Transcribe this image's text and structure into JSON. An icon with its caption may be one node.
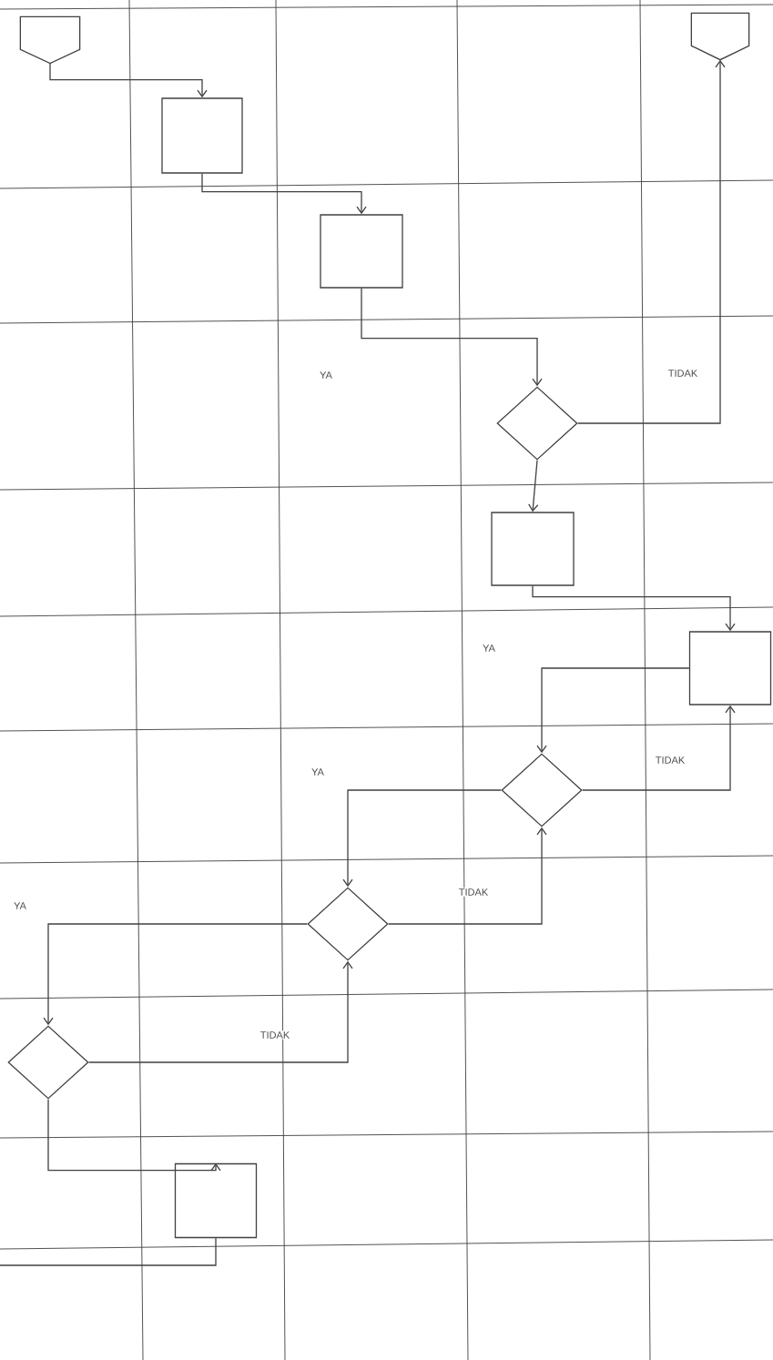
{
  "diagram": {
    "nodes": [
      {
        "text": [],
        "shape": "pentagon"
      },
      {
        "text": [],
        "shape": "box"
      },
      {
        "text": [],
        "shape": "box"
      },
      {
        "text": [],
        "shape": "diamond"
      },
      {
        "text": [],
        "shape": "pentagon"
      },
      {
        "text": [],
        "shape": "box"
      },
      {
        "text": [],
        "shape": "box"
      },
      {
        "text": [],
        "shape": "diamond"
      },
      {
        "text": [],
        "shape": "diamond"
      },
      {
        "text": [],
        "shape": "diamond"
      },
      {
        "text": [],
        "shape": "box"
      }
    ],
    "edges": [
      {
        "from": 0,
        "to": 1,
        "arrow": "to"
      },
      {
        "from": 1,
        "to": 2,
        "arrow": "to"
      },
      {
        "from": 2,
        "to": 3,
        "arrow": "to"
      },
      {
        "from": 3,
        "to": 4,
        "arrow": "to",
        "label": "TIDAK"
      },
      {
        "from": 3,
        "to": 5,
        "arrow": "to"
      },
      {
        "from": 5,
        "to": 6,
        "arrow": "to"
      },
      {
        "from": 6,
        "to": 7,
        "arrow": "to",
        "label": "YA"
      },
      {
        "from": 7,
        "to": 6,
        "arrow": "to",
        "label": "TIDAK"
      },
      {
        "from": 7,
        "to": 8,
        "arrow": "to",
        "label": "YA"
      },
      {
        "from": 8,
        "to": 7,
        "arrow": "to",
        "label": "TIDAK"
      },
      {
        "from": 8,
        "to": 9,
        "arrow": "to",
        "label": "YA"
      },
      {
        "from": 9,
        "to": 8,
        "arrow": "to",
        "label": "TIDAK"
      },
      {
        "from": 9,
        "to": 10,
        "arrow": "to"
      },
      {
        "from": 10,
        "to": null,
        "arrow": "none"
      }
    ],
    "labels": [
      "YA"
    ]
  }
}
